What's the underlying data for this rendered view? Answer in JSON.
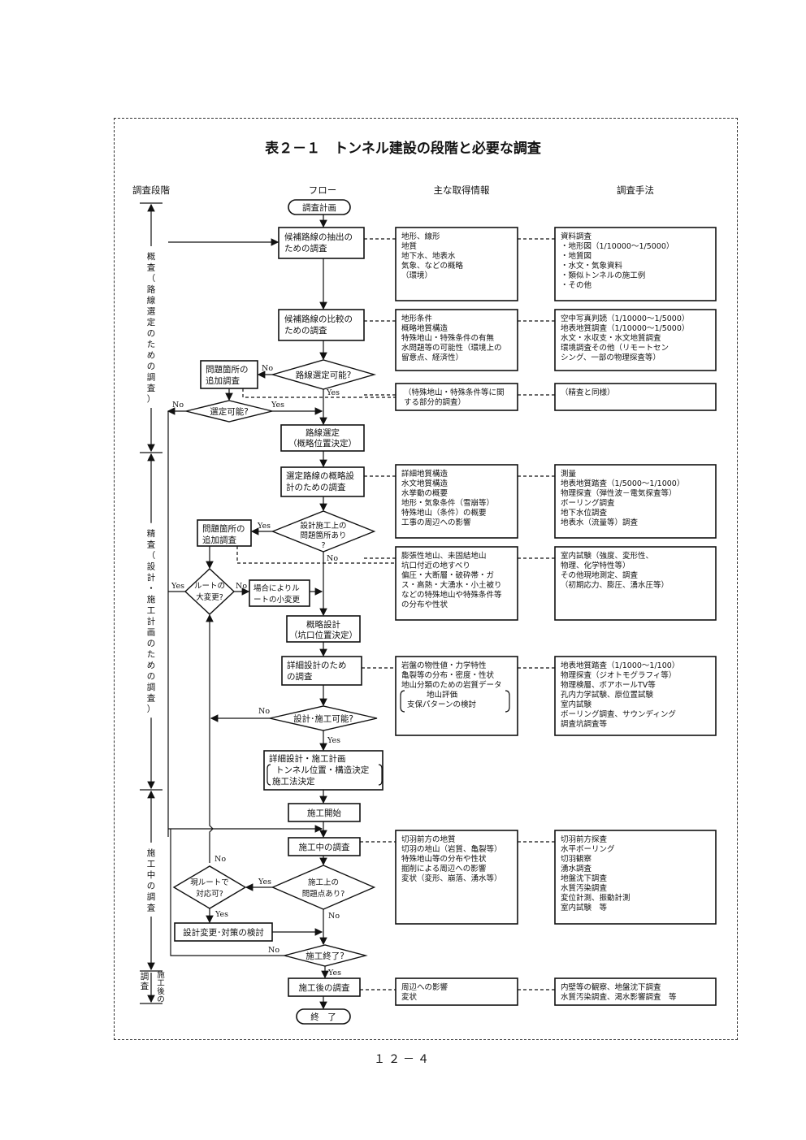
{
  "title": "表２－１　トンネル建設の段階と必要な調査",
  "headers": {
    "stage": "調査段階",
    "flow": "フロー",
    "info": "主な取得情報",
    "method": "調査手法"
  },
  "stages": [
    {
      "label": "概査（路線選定のための調査）"
    },
    {
      "label": "精査（設計・施工計画のための調査）"
    },
    {
      "label": "施工中の調査"
    },
    {
      "label": "施工後の調査"
    }
  ],
  "flow": {
    "start": "調査計画",
    "n1": [
      "候補路線の抽出の",
      "ための調査"
    ],
    "n2": [
      "候補路線の比較の",
      "ための調査"
    ],
    "d1": "路線選定可能?",
    "p1": [
      "問題箇所の",
      "追加調査"
    ],
    "d2": "選定可能?",
    "n3": [
      "路線選定",
      "（概略位置決定）"
    ],
    "n4": [
      "選定路線の概略設",
      "計のための調査"
    ],
    "d3": [
      "設計施工上の",
      "問題箇所あり",
      "?"
    ],
    "p2": [
      "問題箇所の",
      "追加調査"
    ],
    "d4": [
      "ルートの",
      "大変更?"
    ],
    "n5": [
      "場合によりル",
      "ートの小変更"
    ],
    "n6": [
      "概略設計",
      "（坑口位置決定）"
    ],
    "n7": [
      "詳細設計のため",
      "の調査"
    ],
    "d5": "設計･施工可能?",
    "n8": [
      "詳細設計・施工計画",
      "トンネル位置・構造決定",
      "施工法決定"
    ],
    "n9": "施工開始",
    "n10": "施工中の調査",
    "d6": [
      "施工上の",
      "問題点あり?"
    ],
    "d7": [
      "現ルートで",
      "対応可?"
    ],
    "n11": "設計変更･対策の検討",
    "d8": "施工終了?",
    "n12": "施工後の調査",
    "end": "終　了",
    "yes": "Yes",
    "no": "No"
  },
  "info": [
    [
      "地形、線形",
      "地質",
      "地下水、地表水",
      "気象、などの概略",
      "（環境）"
    ],
    [
      "地形条件",
      "概略地質構造",
      "特殊地山・特殊条件の有無",
      "水問題等の可能性（環境上の",
      "留意点、経済性）"
    ],
    [
      "（特殊地山・特殊条件等に関",
      "する部分的調査）"
    ],
    [
      "詳細地質構造",
      "水文地質構造",
      "水挙動の概要",
      "地形・気象条件（雪崩等）",
      "特殊地山（条件）の概要",
      "工事の周辺への影響"
    ],
    [
      "膨張性地山、未固結地山",
      "坑口付近の地すべり",
      "偏圧・大断層・破砕帯・ガ",
      "ス・高熱・大湧水・小土被り",
      "などの特殊地山や特殊条件等",
      "の分布や性状"
    ],
    [
      "岩盤の物性値・力学特性",
      "亀裂等の分布・密度・性状",
      "地山分類のための岩質データ",
      "地山評価",
      "支保パターンの検討"
    ],
    [
      "切羽前方の地質",
      "切羽の地山（岩質、亀裂等）",
      "特殊地山等の分布や性状",
      "掘削による周辺への影響",
      "変状（変形、崩落、湧水等）"
    ],
    [
      "周辺への影響",
      "変状"
    ]
  ],
  "methods": [
    [
      "資料調査",
      "・地形図（1/10000～1/5000）",
      "・地質図",
      "・水文・気象資料",
      "・類似トンネルの施工例",
      "・その他"
    ],
    [
      "空中写真判読（1/10000～1/5000）",
      "地表地質調査（1/10000～1/5000）",
      "水文・水収支・水文地質調査",
      "環境調査その他（リモートセン",
      "シング、一部の物理探査等）"
    ],
    [
      "（精査と同様）"
    ],
    [
      "測量",
      "地表地質踏査（1/5000～1/1000）",
      "物理探査（弾性波－電気探査等）",
      "ボーリング調査",
      "地下水位調査",
      "地表水（流量等）調査"
    ],
    [
      "室内試験（強度、変形性、",
      "物理、化学特性等）",
      "その他現地測定、調査",
      "（初期応力、膨圧、湧水圧等）"
    ],
    [
      "地表地質踏査（1/1000～1/100）",
      "物理探査（ジオトモグラフィ等）",
      "物理検層、ボアホールTV等",
      "孔内力学試験、原位置試験",
      "室内試験",
      "ボーリング調査、サウンディング",
      "調査坑調査等"
    ],
    [
      "切羽前方探査",
      "水平ボーリング",
      "切羽観察",
      "湧水調査",
      "地盤沈下調査",
      "水質汚染調査",
      "変位計測、振動計測",
      "室内試験　等"
    ],
    [
      "内壁等の観察、地盤沈下調査",
      "水質汚染調査、渇水影響調査　等"
    ]
  ],
  "page_number": "１２－４"
}
